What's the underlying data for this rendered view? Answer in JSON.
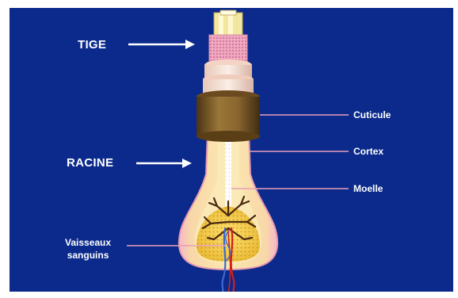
{
  "diagram": {
    "labels": {
      "tige": "TIGE",
      "racine": "RACINE",
      "cuticule": "Cuticule",
      "cortex": "Cortex",
      "moelle": "Moelle",
      "vaisseaux_line1": "Vaisseaux",
      "vaisseaux_line2": "sanguins"
    },
    "colors": {
      "background": "#0b2a8c",
      "arrow": "#ffffff",
      "leader_line": "#e8a0b8",
      "cuticle_band": "#7a5a2a",
      "cortex": "#f7e3a8",
      "medulla": "#ffffff",
      "bulb": "#f2d060",
      "vessel_red": "#d02020",
      "vessel_blue": "#3a6ad0"
    }
  }
}
